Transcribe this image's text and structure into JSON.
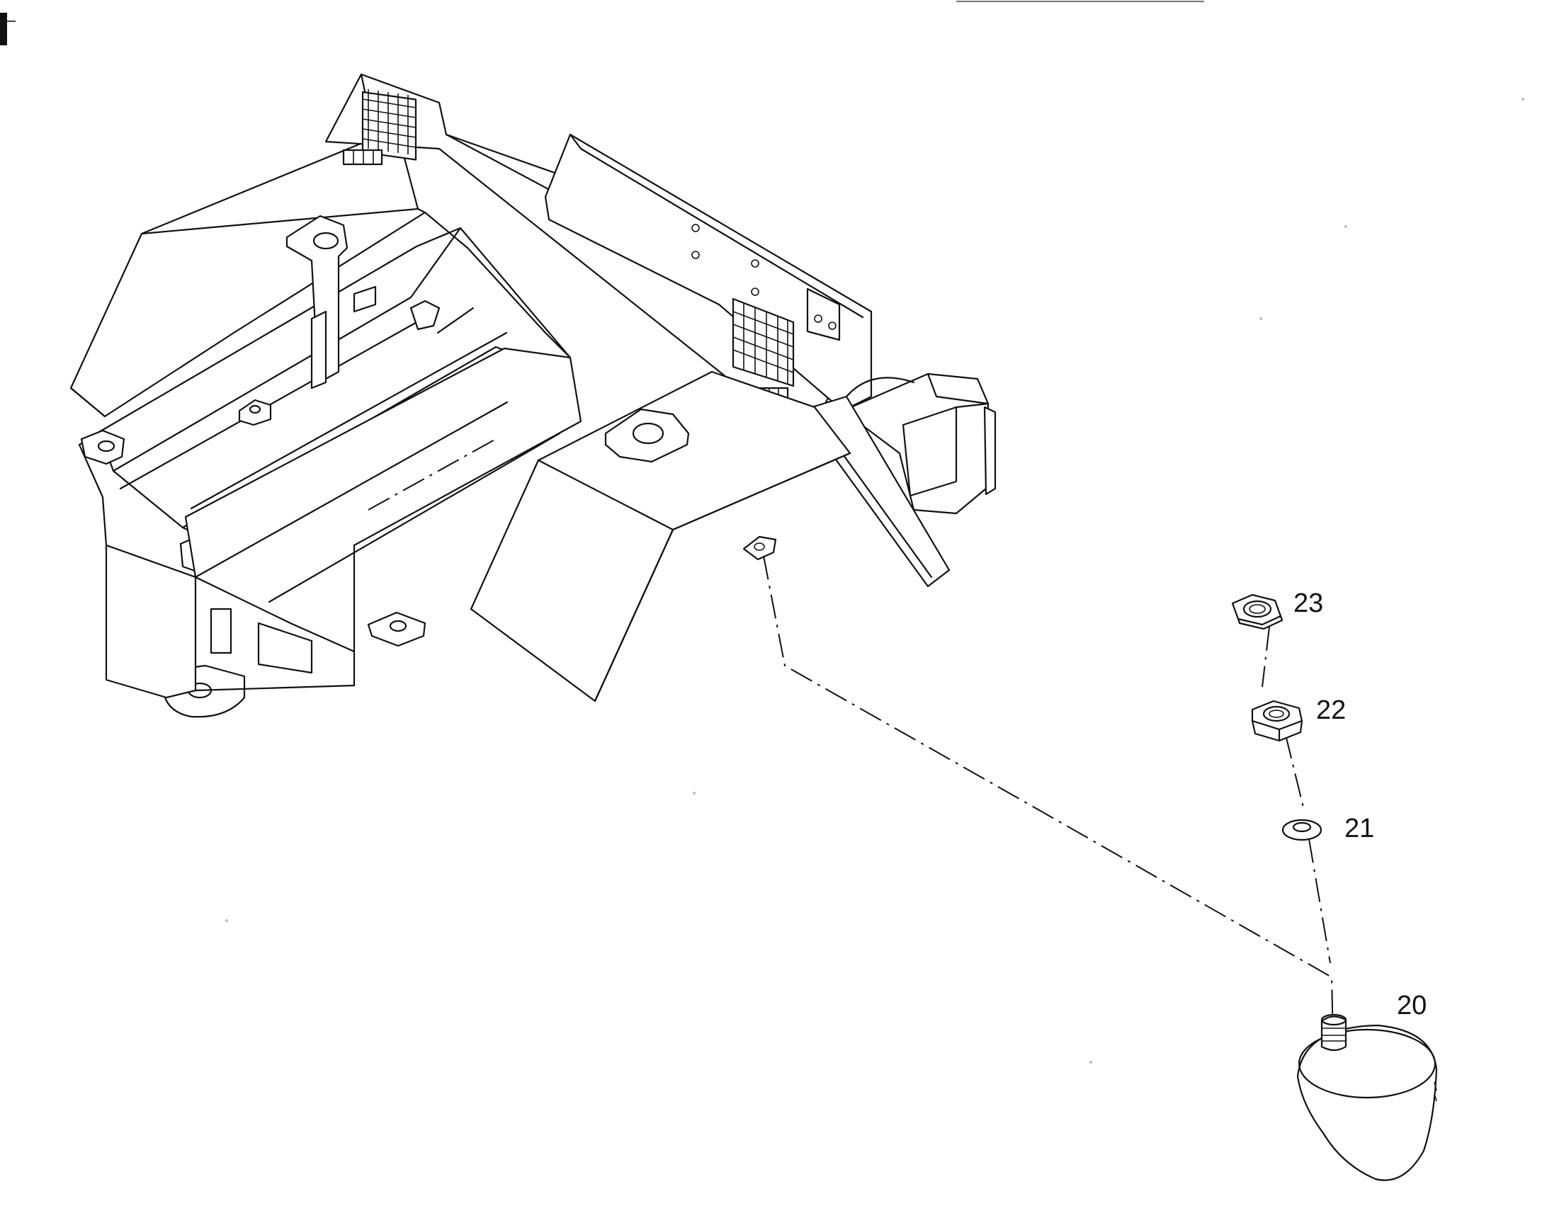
{
  "diagram": {
    "type": "exploded-parts-drawing",
    "assembly": "frame",
    "callouts": [
      {
        "id": "callout-20",
        "label": "20",
        "part": "bumper"
      },
      {
        "id": "callout-21",
        "label": "21",
        "part": "washer"
      },
      {
        "id": "callout-22",
        "label": "22",
        "part": "nut"
      },
      {
        "id": "callout-23",
        "label": "23",
        "part": "nut"
      }
    ]
  },
  "colors": {
    "line": "#111111",
    "paper": "#ffffff"
  }
}
